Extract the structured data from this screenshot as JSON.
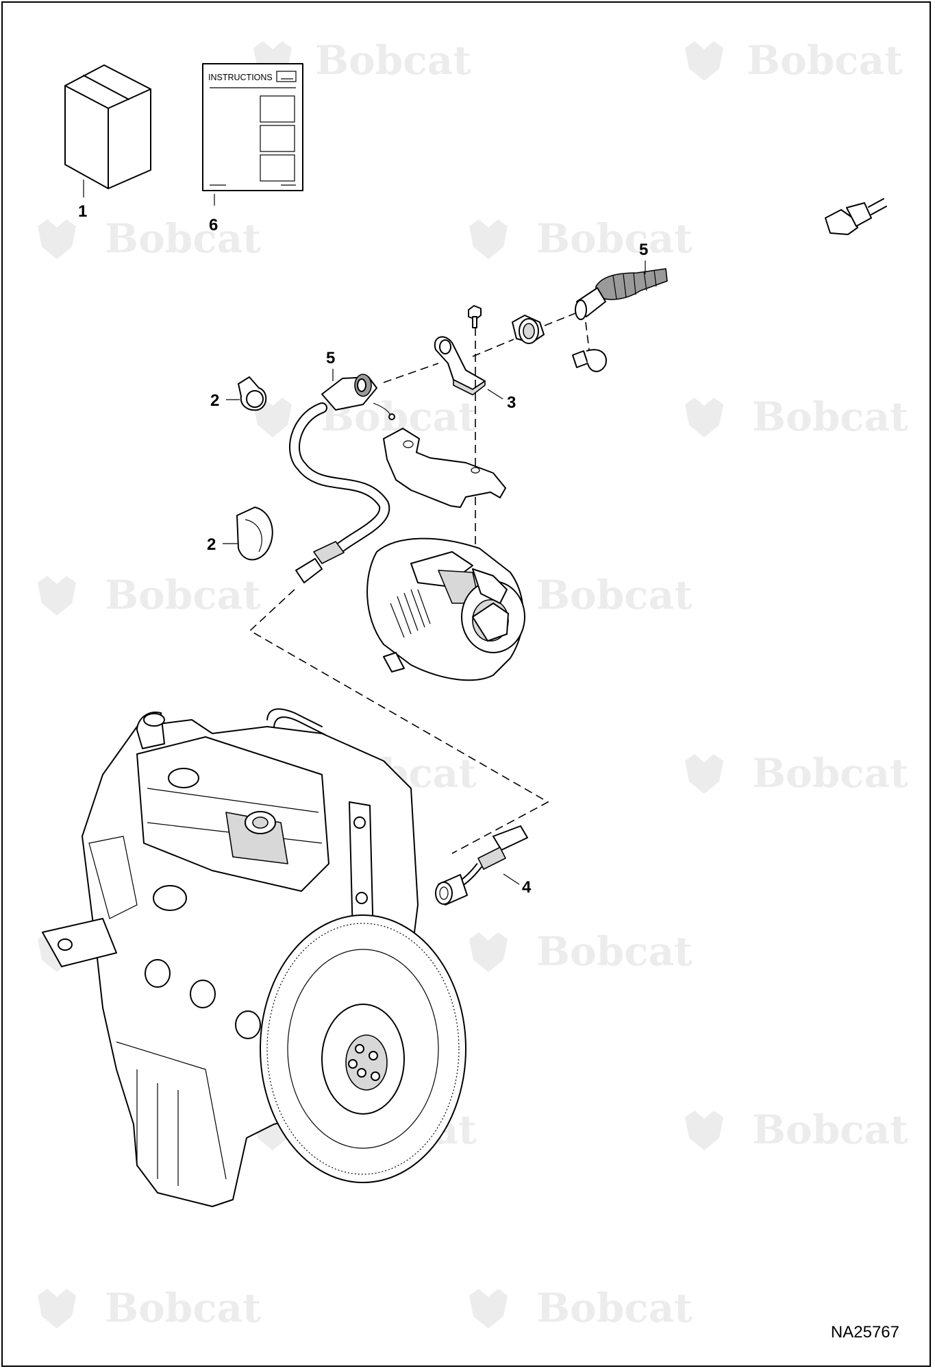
{
  "diagram": {
    "reference_number": "NA25767",
    "watermark_text": "Bobcat",
    "instructions_label": "INSTRUCTIONS",
    "callouts": [
      {
        "id": "1",
        "part": "kit-box"
      },
      {
        "id": "6",
        "part": "instructions-sheet"
      },
      {
        "id": "5",
        "part": "power-cord"
      },
      {
        "id": "5",
        "part": "heater-socket-harness"
      },
      {
        "id": "3",
        "part": "mounting-bracket"
      },
      {
        "id": "2",
        "part": "small-clamp"
      },
      {
        "id": "2",
        "part": "strap-clamp"
      },
      {
        "id": "4",
        "part": "engine-connector"
      }
    ],
    "colors": {
      "line": "#000000",
      "watermark": "#ebebeb",
      "fill": "#d8d8d8"
    }
  }
}
